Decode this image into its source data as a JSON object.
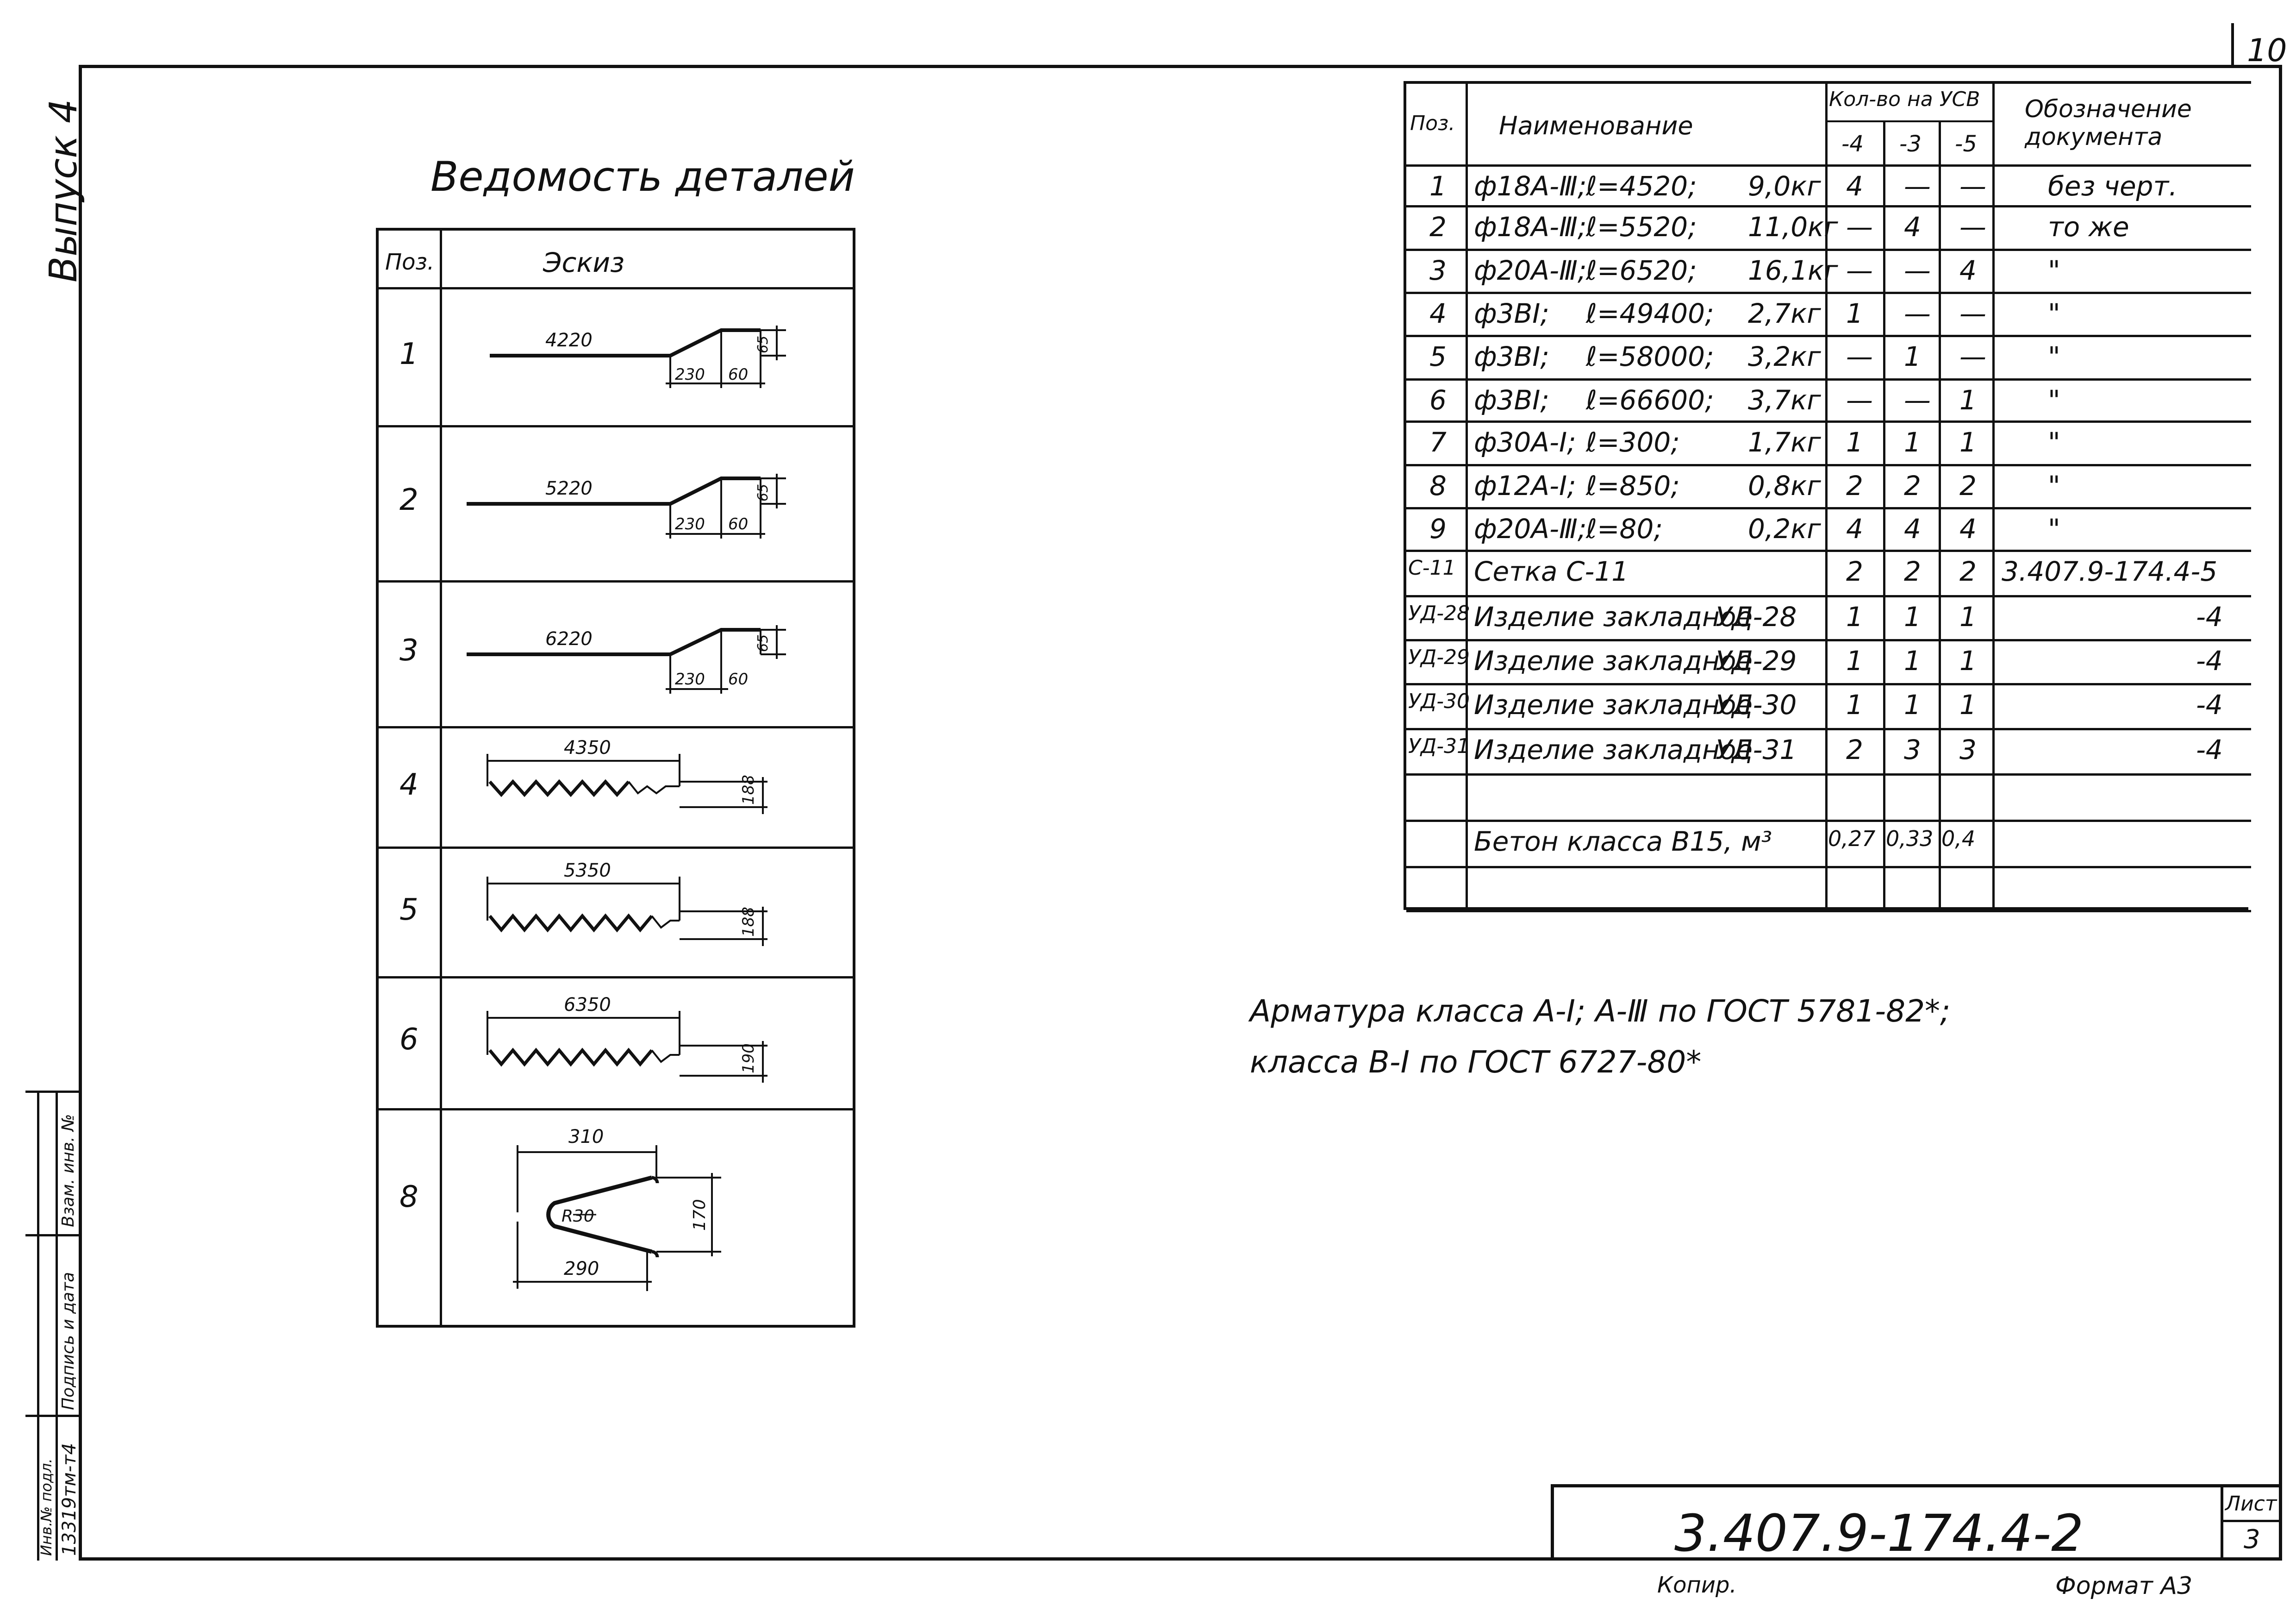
{
  "sheet_corner_number": "10",
  "vypusk_label": "Выпуск 4",
  "details_title": "Ведомость деталей",
  "details_table": {
    "headers": {
      "pos": "Поз.",
      "sketch": "Эскиз"
    },
    "rows": [
      {
        "pos": "1",
        "kind": "bent",
        "length": "4220",
        "d1": "230",
        "d2": "60",
        "h": "65"
      },
      {
        "pos": "2",
        "kind": "bent",
        "length": "5220",
        "d1": "230",
        "d2": "60",
        "h": "65"
      },
      {
        "pos": "3",
        "kind": "bent",
        "length": "6220",
        "d1": "230",
        "d2": "60",
        "h": "65"
      },
      {
        "pos": "4",
        "kind": "zigzag",
        "length": "4350",
        "h": "188"
      },
      {
        "pos": "5",
        "kind": "zigzag",
        "length": "5350",
        "h": "188"
      },
      {
        "pos": "6",
        "kind": "zigzag",
        "length": "6350",
        "h": "190"
      },
      {
        "pos": "8",
        "kind": "hook",
        "top": "310",
        "radius": "R30",
        "bottom": "290",
        "h": "170"
      }
    ]
  },
  "spec_table": {
    "headers": {
      "pos": "Поз.",
      "name": "Наименование",
      "qty_group": "Кол-во на УСВ",
      "qty_cols": [
        "-4",
        "-3",
        "-5"
      ],
      "doc": "Обозначение документа"
    },
    "rows": [
      {
        "pos": "1",
        "name_a": "ф18А-Ⅲ;",
        "name_b": "ℓ=4520;",
        "name_c": "9,0кг",
        "q": [
          "4",
          "—",
          "—"
        ],
        "doc": "без черт."
      },
      {
        "pos": "2",
        "name_a": "ф18А-Ⅲ;",
        "name_b": "ℓ=5520;",
        "name_c": "11,0кг",
        "q": [
          "—",
          "4",
          "—"
        ],
        "doc": "то же"
      },
      {
        "pos": "3",
        "name_a": "ф20А-Ⅲ;",
        "name_b": "ℓ=6520;",
        "name_c": "16,1кг",
        "q": [
          "—",
          "—",
          "4"
        ],
        "doc": "\""
      },
      {
        "pos": "4",
        "name_a": "ф3ВⅠ;",
        "name_b": "ℓ=49400;",
        "name_c": "2,7кг",
        "q": [
          "1",
          "—",
          "—"
        ],
        "doc": "\""
      },
      {
        "pos": "5",
        "name_a": "ф3ВⅠ;",
        "name_b": "ℓ=58000;",
        "name_c": "3,2кг",
        "q": [
          "—",
          "1",
          "—"
        ],
        "doc": "\""
      },
      {
        "pos": "6",
        "name_a": "ф3ВⅠ;",
        "name_b": "ℓ=66600;",
        "name_c": "3,7кг",
        "q": [
          "—",
          "—",
          "1"
        ],
        "doc": "\""
      },
      {
        "pos": "7",
        "name_a": "ф30А-Ⅰ;",
        "name_b": "ℓ=300;",
        "name_c": "1,7кг",
        "q": [
          "1",
          "1",
          "1"
        ],
        "doc": "\""
      },
      {
        "pos": "8",
        "name_a": "ф12А-Ⅰ;",
        "name_b": "ℓ=850;",
        "name_c": "0,8кг",
        "q": [
          "2",
          "2",
          "2"
        ],
        "doc": "\""
      },
      {
        "pos": "9",
        "name_a": "ф20А-Ⅲ;",
        "name_b": "ℓ=80;",
        "name_c": "0,2кг",
        "q": [
          "4",
          "4",
          "4"
        ],
        "doc": "\""
      },
      {
        "pos": "С-11",
        "name_a": "Сетка С-11",
        "name_b": "",
        "name_c": "",
        "q": [
          "2",
          "2",
          "2"
        ],
        "doc": "3.407.9-174.4-5"
      },
      {
        "pos": "УД-28",
        "name_a": "Изделие закладное",
        "name_b": "УД-28",
        "name_c": "",
        "q": [
          "1",
          "1",
          "1"
        ],
        "doc": "-4"
      },
      {
        "pos": "УД-29",
        "name_a": "Изделие закладное",
        "name_b": "УД-29",
        "name_c": "",
        "q": [
          "1",
          "1",
          "1"
        ],
        "doc": "-4"
      },
      {
        "pos": "УД-30",
        "name_a": "Изделие закладное",
        "name_b": "УД-30",
        "name_c": "",
        "q": [
          "1",
          "1",
          "1"
        ],
        "doc": "-4"
      },
      {
        "pos": "УД-31",
        "name_a": "Изделие закладное",
        "name_b": "УД-31",
        "name_c": "",
        "q": [
          "2",
          "3",
          "3"
        ],
        "doc": "-4"
      },
      {
        "pos": "",
        "name_a": "",
        "name_b": "",
        "name_c": "",
        "q": [
          "",
          "",
          ""
        ],
        "doc": ""
      },
      {
        "pos": "",
        "name_a": "Бетон класса В15, м³",
        "name_b": "",
        "name_c": "",
        "q": [
          "0,27",
          "0,33",
          "0,4"
        ],
        "doc": ""
      },
      {
        "pos": "",
        "name_a": "",
        "name_b": "",
        "name_c": "",
        "q": [
          "",
          "",
          ""
        ],
        "doc": ""
      }
    ]
  },
  "note": {
    "line1": "Арматура класса А-Ⅰ; А-Ⅲ по ГОСТ 5781-82*;",
    "line2": "класса В-Ⅰ по ГОСТ 6727-80*"
  },
  "title_block": {
    "doc_number": "3.407.9-174.4-2",
    "sheet_label": "Лист",
    "sheet_number": "3"
  },
  "stamp": {
    "inv_number": "13319тм-т4",
    "inv_label": "Инв.№ подл.",
    "sign_label": "Подпись и дата",
    "vzam_label": "Взам. инв. №"
  },
  "footer": {
    "copied": "Копир.",
    "format": "Формат А3"
  }
}
